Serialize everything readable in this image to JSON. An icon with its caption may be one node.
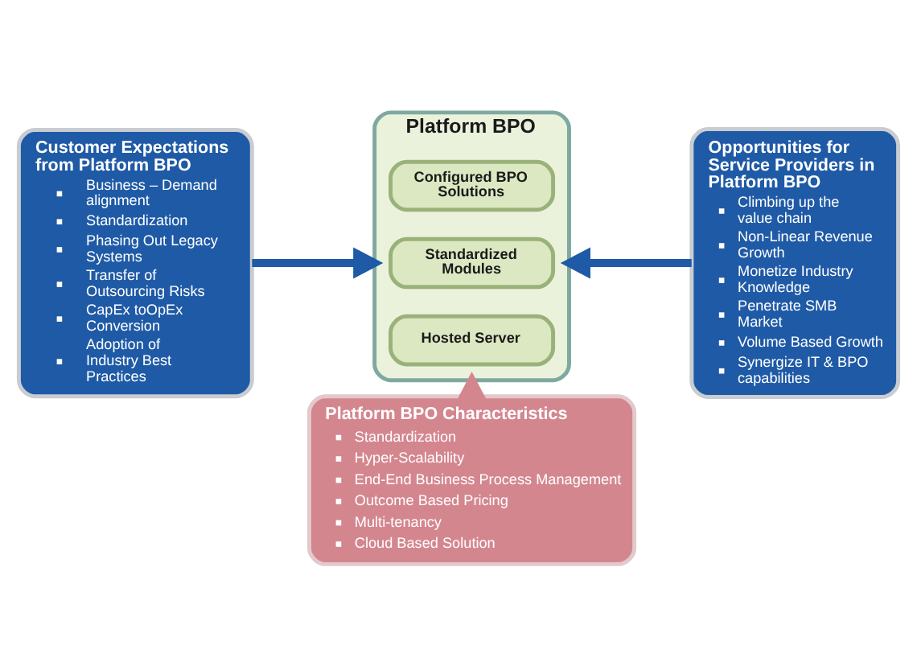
{
  "diagram": {
    "nodes": [
      {
        "text": [
          "Customer Expectations from Platform BPO",
          "Business – Demand alignment",
          "Standardization",
          "Phasing Out Legacy Systems",
          "Transfer of Outsourcing Risks",
          "CapEx toOpEx Conversion",
          "Adoption of Industry Best Practices"
        ]
      },
      {
        "text": [
          "Platform BPO"
        ]
      },
      {
        "text": [
          "Configured BPO Solutions"
        ],
        "in": 1
      },
      {
        "text": [
          "Standardized Modules"
        ],
        "in": 1
      },
      {
        "text": [
          "Hosted Server"
        ],
        "in": 1
      },
      {
        "text": [
          "Opportunities for Service Providers in Platform BPO",
          "Climbing up the value chain",
          "Non-Linear Revenue Growth",
          "Monetize Industry Knowledge",
          "Penetrate SMB Market",
          "Volume Based Growth",
          "Synergize IT & BPO capabilities"
        ]
      },
      {
        "text": [
          "Platform BPO Characteristics",
          "Standardization",
          "Hyper-Scalability",
          "End-End Business Process Management",
          "Outcome Based Pricing",
          "Multi-tenancy",
          "Cloud Based Solution"
        ]
      }
    ],
    "edges": [
      {
        "from": 0,
        "to": 1,
        "arrow": "to"
      },
      {
        "from": 5,
        "to": 1,
        "arrow": "to"
      },
      {
        "from": 6,
        "to": 1,
        "arrow": "to",
        "color": "#d4868e"
      }
    ]
  }
}
